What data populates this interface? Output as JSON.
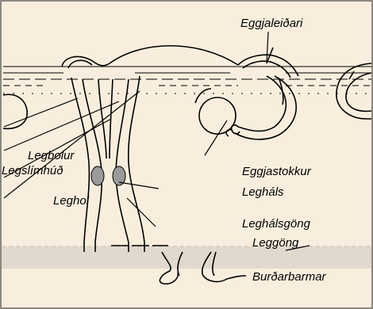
{
  "labels": {
    "eggjaleidari": "Eggjaleiðari",
    "legbolur": "Legbolur",
    "legslimhud": "Legslímhúð",
    "leghol": "Leghol",
    "eggjastokkur": "Eggjastokkur",
    "leghals": "Legháls",
    "leghalsgong": "Leghálsgöng",
    "leggong": "Leggöng",
    "burdarbarmar": "Burðarbarmar"
  },
  "colors": {
    "background": "#f9eedd",
    "band": "#e2d9ce",
    "line": "#000000",
    "shading": "#9a9a9a"
  }
}
